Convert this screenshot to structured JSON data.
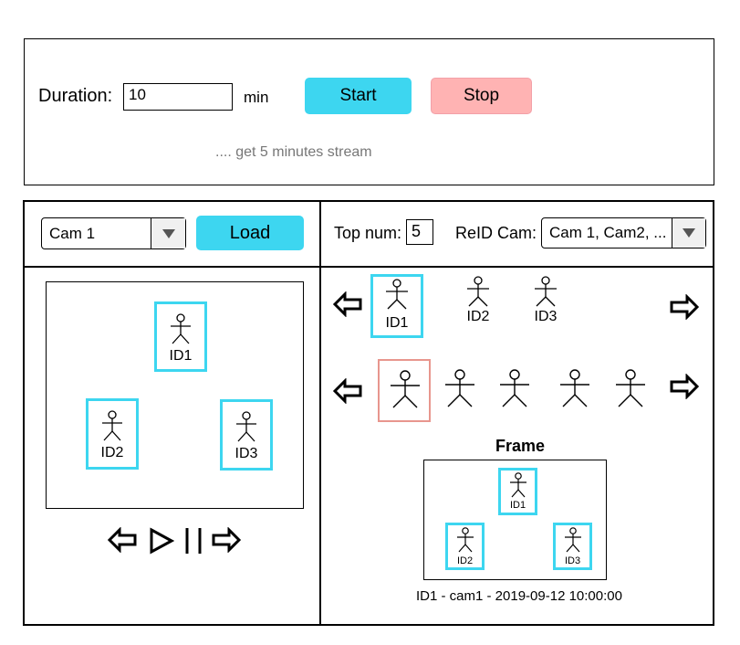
{
  "capture": {
    "duration_label": "Duration:",
    "duration_value": "10",
    "unit": "min",
    "start_label": "Start",
    "stop_label": "Stop",
    "hint": ".... get 5 minutes stream"
  },
  "left_panel": {
    "cam_select": "Cam 1",
    "load_label": "Load",
    "detections": [
      "ID1",
      "ID2",
      "ID3"
    ]
  },
  "right_panel": {
    "top_num_label": "Top num:",
    "top_num_value": "5",
    "reid_label": "ReID Cam:",
    "reid_select": "Cam 1, Cam2, ...",
    "query_ids": [
      "ID1",
      "ID2",
      "ID3"
    ],
    "frame_title": "Frame",
    "frame_ids": [
      "ID1",
      "ID2",
      "ID3"
    ],
    "frame_caption": "ID1 - cam1 - 2019-09-12 10:00:00"
  },
  "colors": {
    "start_button": "#3dd6f0",
    "stop_button": "#ffb3b3",
    "selection_box": "#3dd6f0",
    "match_box": "#e8968e"
  },
  "icons": [
    "stick-figure-icon",
    "left-arrow-icon",
    "right-arrow-icon",
    "play-icon",
    "pause-icon",
    "dropdown-arrow-icon"
  ]
}
